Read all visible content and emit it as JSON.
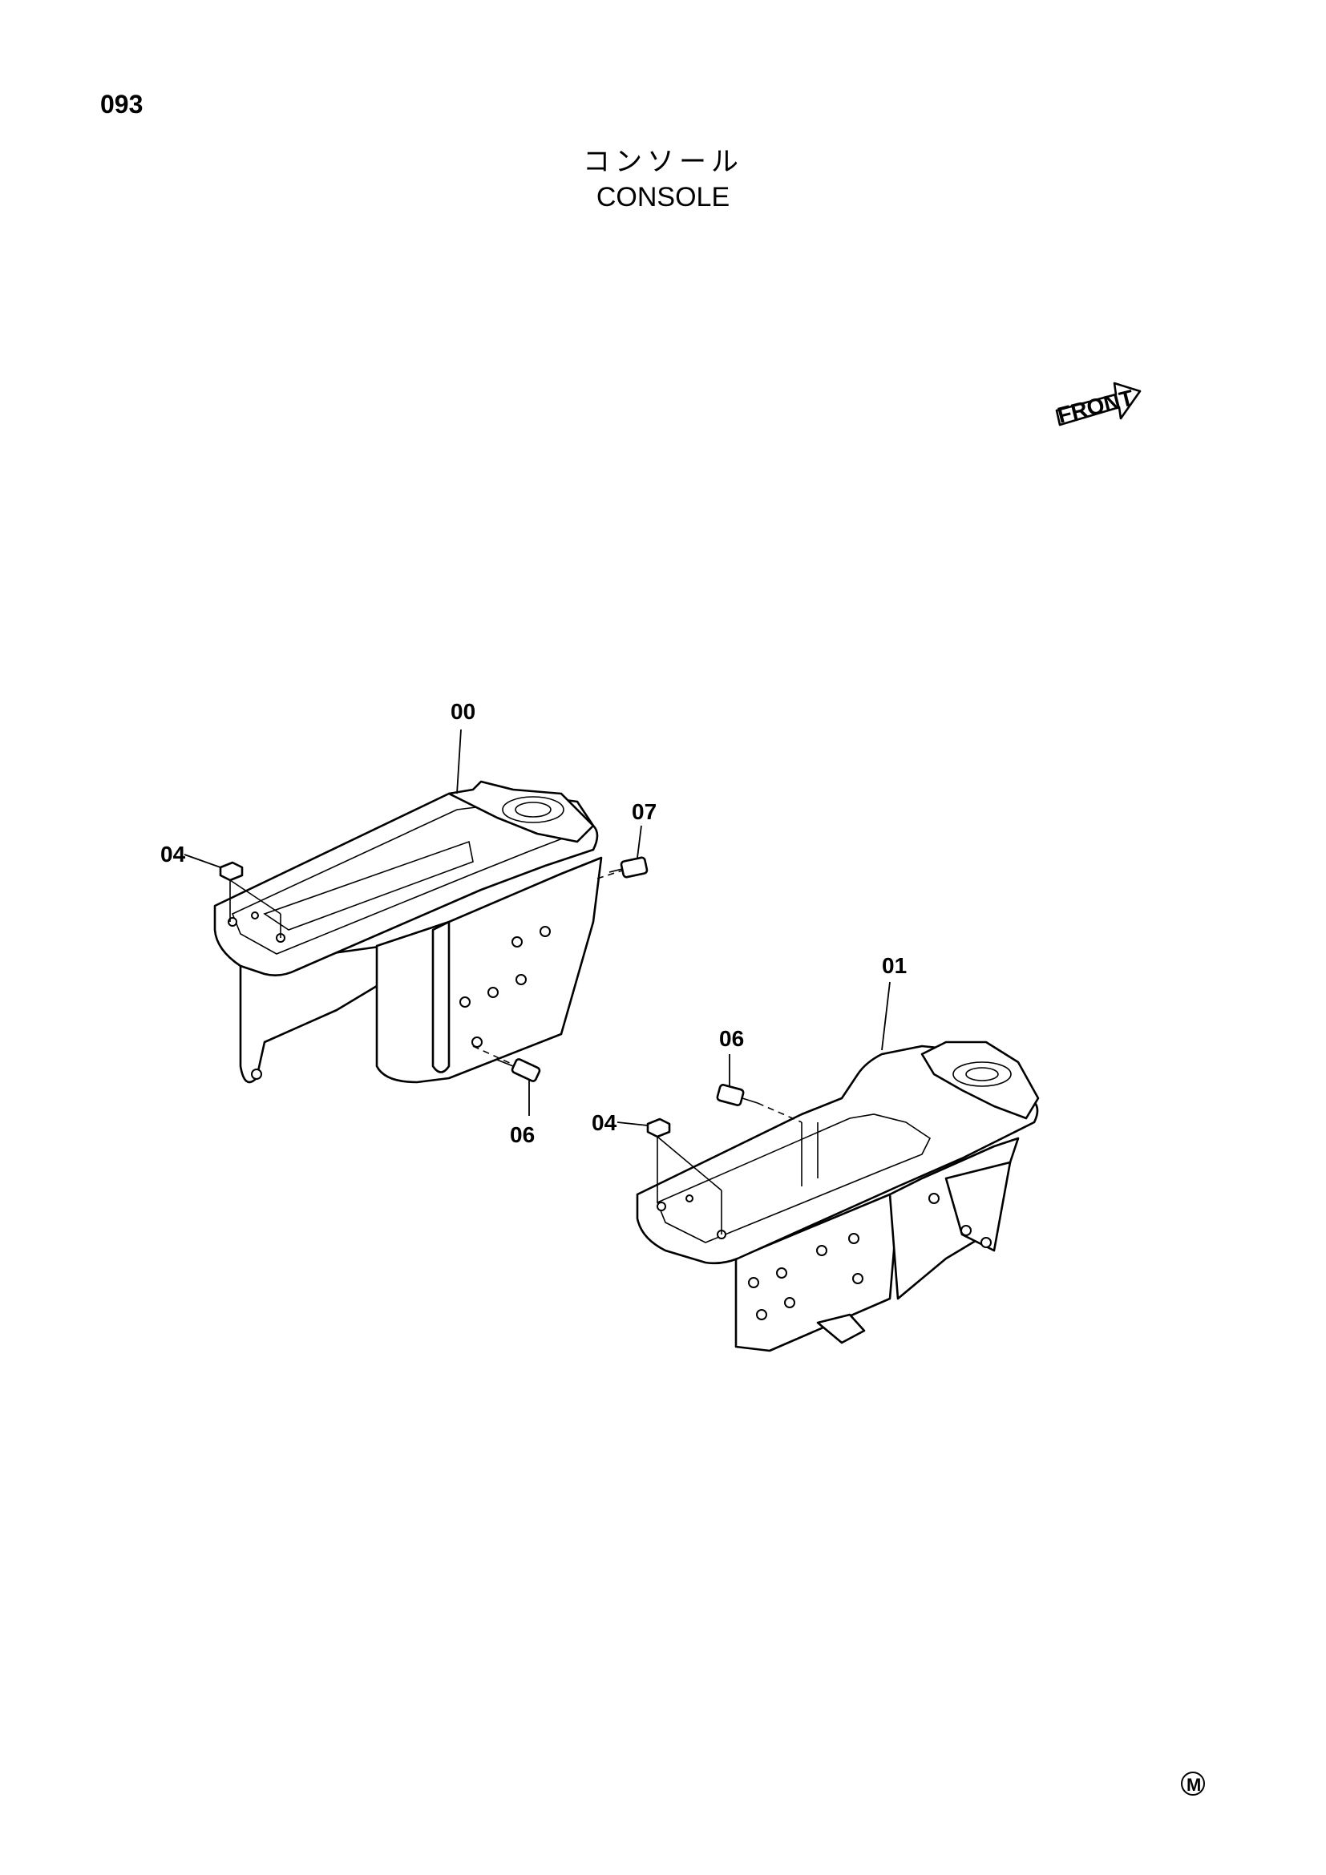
{
  "page_number": "093",
  "title_jp": "コンソール",
  "title_en": "CONSOLE",
  "front_label": "FRONT",
  "callouts": {
    "c00": "00",
    "c07": "07",
    "c04_left": "04",
    "c06_left": "06",
    "c01": "01",
    "c06_right": "06",
    "c04_right": "04"
  },
  "mark": "M"
}
